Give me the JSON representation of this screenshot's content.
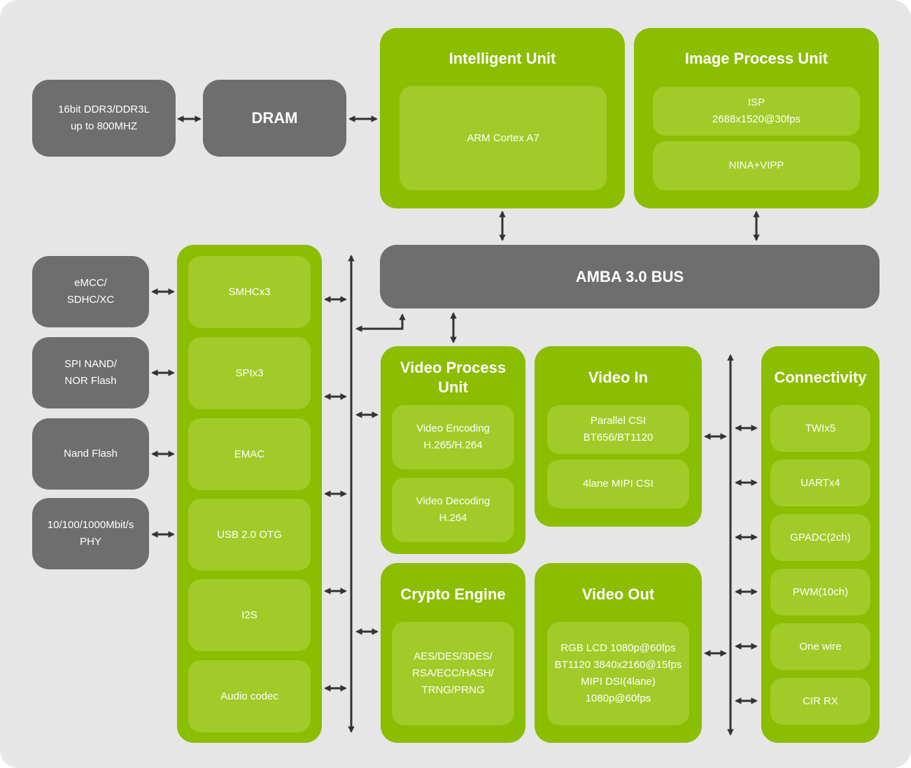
{
  "memory": {
    "ddr_spec": "16bit DDR3/DDR3L\nup to 800MHZ",
    "dram": "DRAM"
  },
  "intelligent_unit": {
    "title": "Intelligent Unit",
    "cpu": "ARM Cortex A7"
  },
  "image_process_unit": {
    "title": "Image Process Unit",
    "isp": "ISP\n2688x1520@30fps",
    "nina": "NINA+VIPP"
  },
  "bus": {
    "label": "AMBA 3.0 BUS"
  },
  "storage": {
    "emmc": "eMCC/\nSDHC/XC",
    "spi_flash": "SPI NAND/\nNOR Flash",
    "nand": "Nand Flash",
    "phy": "10/100/1000Mbit/s\nPHY"
  },
  "peripherals": [
    "SMHCx3",
    "SPIx3",
    "EMAC",
    "USB 2.0 OTG",
    "I2S",
    "Audio codec"
  ],
  "video_process_unit": {
    "title": "Video Process\nUnit",
    "encoding": "Video Encoding\nH.265/H.264",
    "decoding": "Video Decoding\nH.264"
  },
  "crypto_engine": {
    "title": "Crypto Engine",
    "algorithms": "AES/DES/3DES/\nRSA/ECC/HASH/\nTRNG/PRNG"
  },
  "video_in": {
    "title": "Video In",
    "parallel": "Parallel CSI\nBT656/BT1120",
    "mipi": "4lane MIPI CSI"
  },
  "video_out": {
    "title": "Video Out",
    "spec": "RGB LCD 1080p@60fps\nBT1120 3840x2160@15fps\nMIPI DSI(4lane)\n1080p@60fps"
  },
  "connectivity": {
    "title": "Connectivity",
    "items": [
      "TWIx5",
      "UARTx4",
      "GPADC(2ch)",
      "PWM(10ch)",
      "One wire",
      "CIR RX"
    ]
  },
  "colors": {
    "background": "#e6e6e6",
    "grey_block": "#6e6e6e",
    "green_block": "#8bbd00",
    "green_inner": "#a1cb29",
    "arrow": "#333333"
  }
}
